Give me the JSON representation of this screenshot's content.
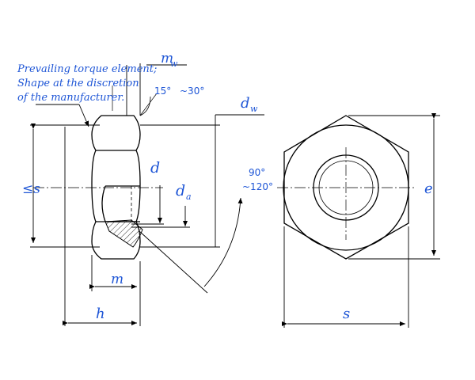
{
  "diagram": {
    "note_lines": [
      "Prevailing torque element;",
      "Shape at the discretion",
      "of the manufacturer."
    ],
    "labels": {
      "mw": "m",
      "mw_sub": "w",
      "dw": "d",
      "dw_sub": "w",
      "d": "d",
      "da": "d",
      "da_sub": "a",
      "s_left": "≤s",
      "m": "m",
      "h": "h",
      "s_bottom": "s",
      "e": "e"
    },
    "angles": {
      "top_15": "15°",
      "top_30": "~30°",
      "side_90": "90°",
      "side_120": "~120°"
    },
    "colors": {
      "line": "#000000",
      "text": "#1f56d6"
    }
  }
}
